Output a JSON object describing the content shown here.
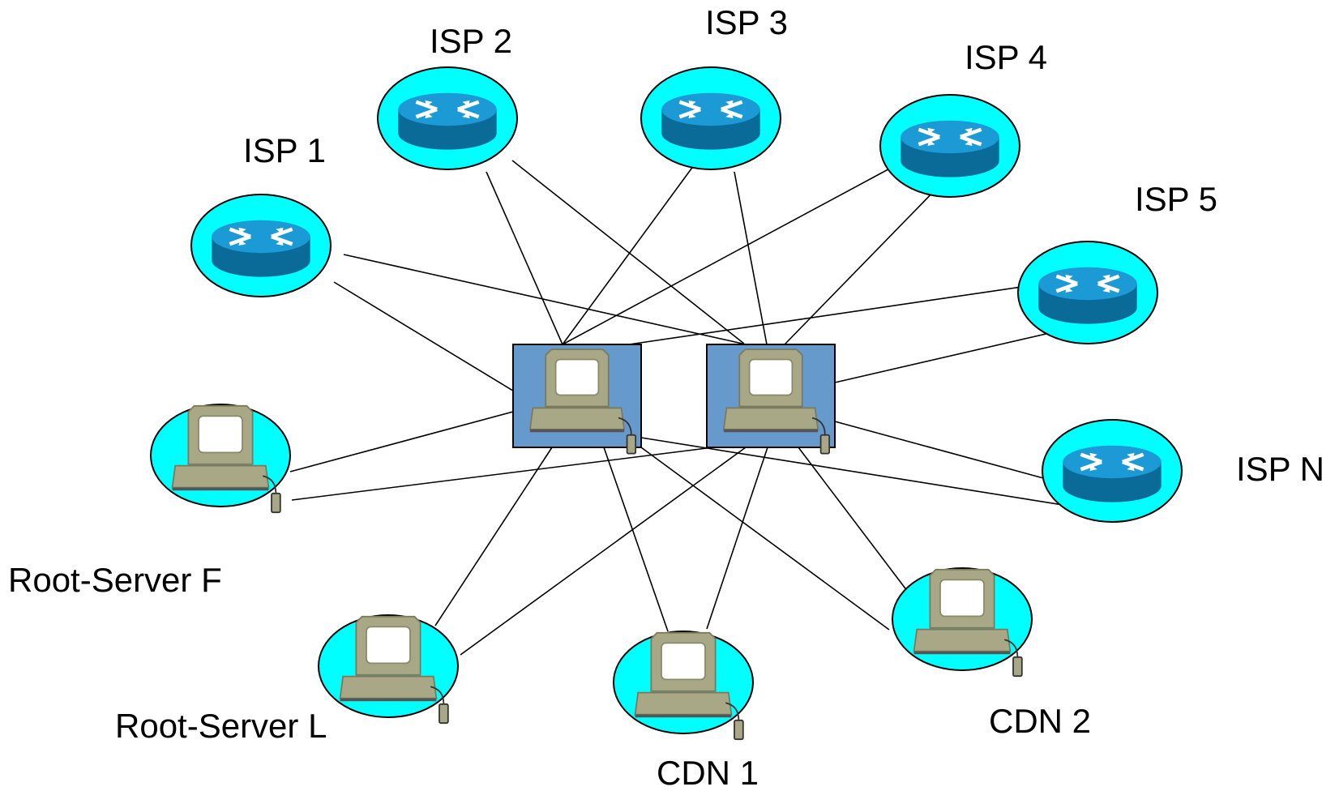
{
  "diagram": {
    "colors": {
      "node_fill": "#00ffff",
      "hub_fill": "#6699cc",
      "router_top": "#1b9ad6",
      "router_side": "#0a6a98",
      "computer_body": "#a8a887",
      "computer_shadow": "#7a7a5e",
      "screen": "#ffffff"
    },
    "isps": [
      {
        "id": "isp1",
        "label": "ISP 1",
        "icon": "router-icon"
      },
      {
        "id": "isp2",
        "label": "ISP 2",
        "icon": "router-icon"
      },
      {
        "id": "isp3",
        "label": "ISP 3",
        "icon": "router-icon"
      },
      {
        "id": "isp4",
        "label": "ISP 4",
        "icon": "router-icon"
      },
      {
        "id": "isp5",
        "label": "ISP 5",
        "icon": "router-icon"
      },
      {
        "id": "ispn",
        "label": "ISP N",
        "icon": "router-icon"
      }
    ],
    "servers": [
      {
        "id": "rootf",
        "label": "Root-Server F",
        "icon": "computer-icon"
      },
      {
        "id": "rootl",
        "label": "Root-Server L",
        "icon": "computer-icon"
      },
      {
        "id": "cdn1",
        "label": "CDN 1",
        "icon": "computer-icon"
      },
      {
        "id": "cdn2",
        "label": "CDN 2",
        "icon": "computer-icon"
      }
    ],
    "hubs": [
      {
        "id": "hub-left",
        "icon": "computer-icon"
      },
      {
        "id": "hub-right",
        "icon": "computer-icon"
      }
    ],
    "links": [
      [
        "isp1",
        "hub-left"
      ],
      [
        "isp1",
        "hub-right"
      ],
      [
        "isp2",
        "hub-left"
      ],
      [
        "isp2",
        "hub-right"
      ],
      [
        "isp3",
        "hub-left"
      ],
      [
        "isp3",
        "hub-right"
      ],
      [
        "isp4",
        "hub-left"
      ],
      [
        "isp4",
        "hub-right"
      ],
      [
        "isp5",
        "hub-left"
      ],
      [
        "isp5",
        "hub-right"
      ],
      [
        "ispn",
        "hub-left"
      ],
      [
        "ispn",
        "hub-right"
      ],
      [
        "rootf",
        "hub-left"
      ],
      [
        "rootf",
        "hub-right"
      ],
      [
        "rootl",
        "hub-left"
      ],
      [
        "rootl",
        "hub-right"
      ],
      [
        "cdn1",
        "hub-left"
      ],
      [
        "cdn1",
        "hub-right"
      ],
      [
        "cdn2",
        "hub-left"
      ],
      [
        "cdn2",
        "hub-right"
      ]
    ]
  }
}
